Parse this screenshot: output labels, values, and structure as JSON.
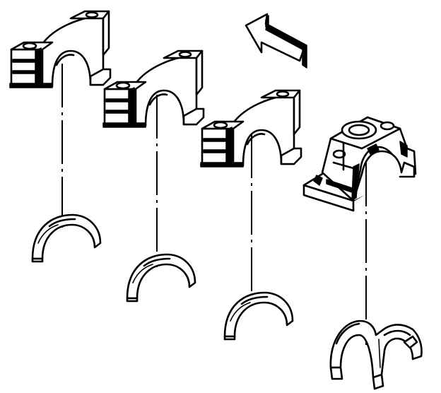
{
  "figure": {
    "caption": "",
    "labels": []
  },
  "parts": {
    "standard_caps": [
      "bearing-cap-1",
      "bearing-cap-2",
      "bearing-cap-3"
    ],
    "thrust_cap": "bearing-cap-rear",
    "lower_bearing_halves": 4,
    "direction_arrow": "front-direction-arrow"
  },
  "colors": {
    "ink": "#000000",
    "background": "#ffffff"
  }
}
